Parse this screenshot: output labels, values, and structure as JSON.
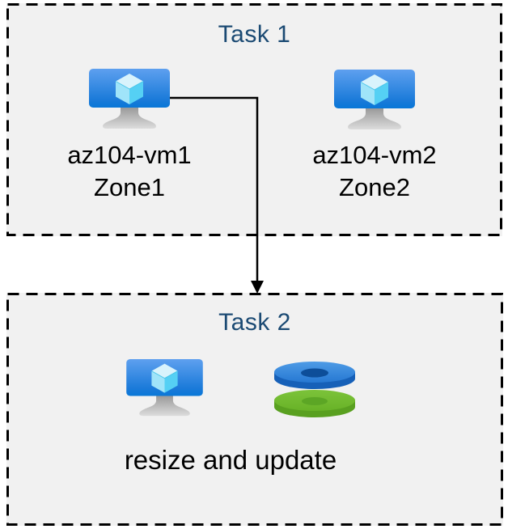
{
  "task1": {
    "title": "Task 1",
    "vm1": {
      "name": "az104-vm1",
      "zone": "Zone1"
    },
    "vm2": {
      "name": "az104-vm2",
      "zone": "Zone2"
    }
  },
  "task2": {
    "title": "Task 2",
    "caption": "resize and update"
  },
  "icons": {
    "vm": "azure-vm-icon",
    "disks": "azure-disks-icon"
  },
  "colors": {
    "title_text": "#1B4A73",
    "label_text": "#000000",
    "box_fill": "#F1F1F1",
    "box_border": "#000000",
    "arrow": "#000000",
    "vm_screen_top": "#5EA0EF",
    "vm_screen_bottom": "#0877D7",
    "cube_top": "#D9F3FC",
    "cube_left": "#A0E4F9",
    "cube_right": "#55D0F4",
    "disk_blue_top": "#2E80D8",
    "disk_blue_side": "#1660B8",
    "disk_blue_hole": "#0D4E99",
    "disk_green_top": "#70BC2D",
    "disk_green_side": "#59A020",
    "disk_green_hole": "#5CA625"
  }
}
